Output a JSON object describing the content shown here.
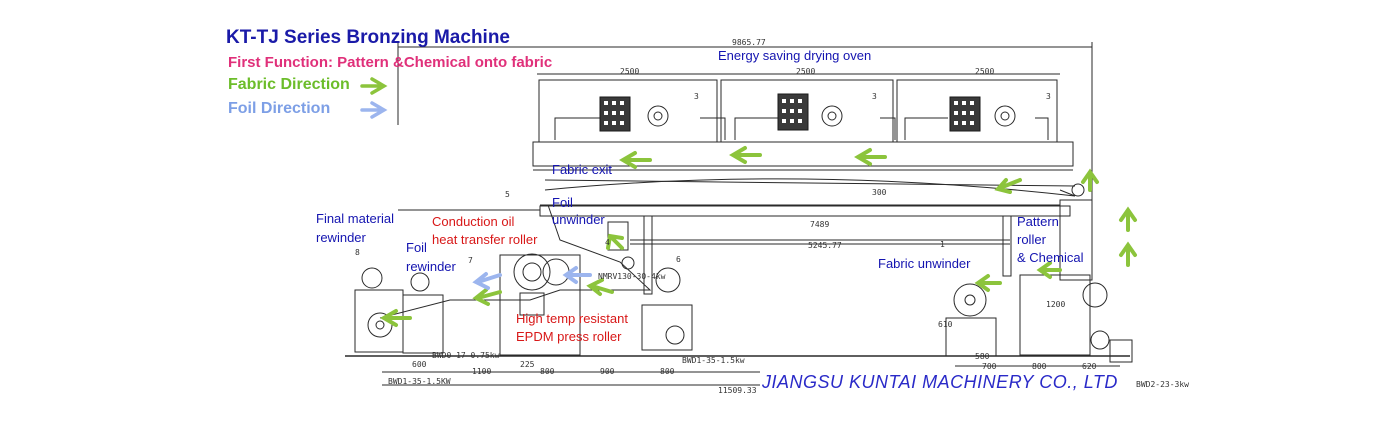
{
  "header": {
    "title": "KT-TJ Series Bronzing Machine",
    "function": "First Function: Pattern &Chemical onto fabric",
    "fabric_direction": "Fabric Direction",
    "foil_direction": "Foil Direction"
  },
  "labels": {
    "oven": "Energy saving drying oven",
    "fabric_exit": "Fabric exit",
    "foil_unwinder_1": "Foil",
    "foil_unwinder_2": "unwinder",
    "final_rewinder_1": "Final material",
    "final_rewinder_2": "rewinder",
    "foil_rewinder_1": "Foil",
    "foil_rewinder_2": "rewinder",
    "conduction_1": "Conduction oil",
    "conduction_2": "heat transfer roller",
    "high_temp_1": "High temp resistant",
    "high_temp_2": "EPDM press roller",
    "fabric_unwinder": "Fabric unwinder",
    "pattern_1": "Pattern",
    "pattern_2": "roller",
    "pattern_3": "& Chemical"
  },
  "company": "JIANGSU KUNTAI MACHINERY CO., LTD",
  "dimensions": {
    "overall_width": "9865.77",
    "oven_1": "2500",
    "oven_2": "2500",
    "oven_3": "2500",
    "mid_span": "7489",
    "lower_span": "5245.77",
    "total_length": "11509.33",
    "h_300": "300",
    "h_610": "610",
    "h_1200": "1200",
    "b_600": "600",
    "b_1100": "1100",
    "b_225": "225",
    "b_800a": "800",
    "b_900": "900",
    "b_800b": "800",
    "b_580": "580",
    "b_700": "700",
    "b_800c": "800",
    "b_620": "620",
    "motor_1": "BWD1-35-1.5KW",
    "motor_2": "BWD0-17-0.75kw",
    "motor_3": "BWD1-35-1.5kw",
    "motor_4": "BWD2-23-3kw",
    "motor_5": "NMRV130-30-4kw",
    "num_1": "1",
    "num_3a": "3",
    "num_3b": "3",
    "num_3c": "3",
    "num_4": "4",
    "num_5": "5",
    "num_6": "6",
    "num_7": "7",
    "num_8": "8"
  },
  "colors": {
    "fabric_arrow": "#8cc43c",
    "foil_arrow": "#9cb5ee",
    "title": "#1a1aa8",
    "function": "#e0307a",
    "label_blue": "#1414b0",
    "label_red": "#d81818",
    "drawing": "#2a2a2a"
  }
}
